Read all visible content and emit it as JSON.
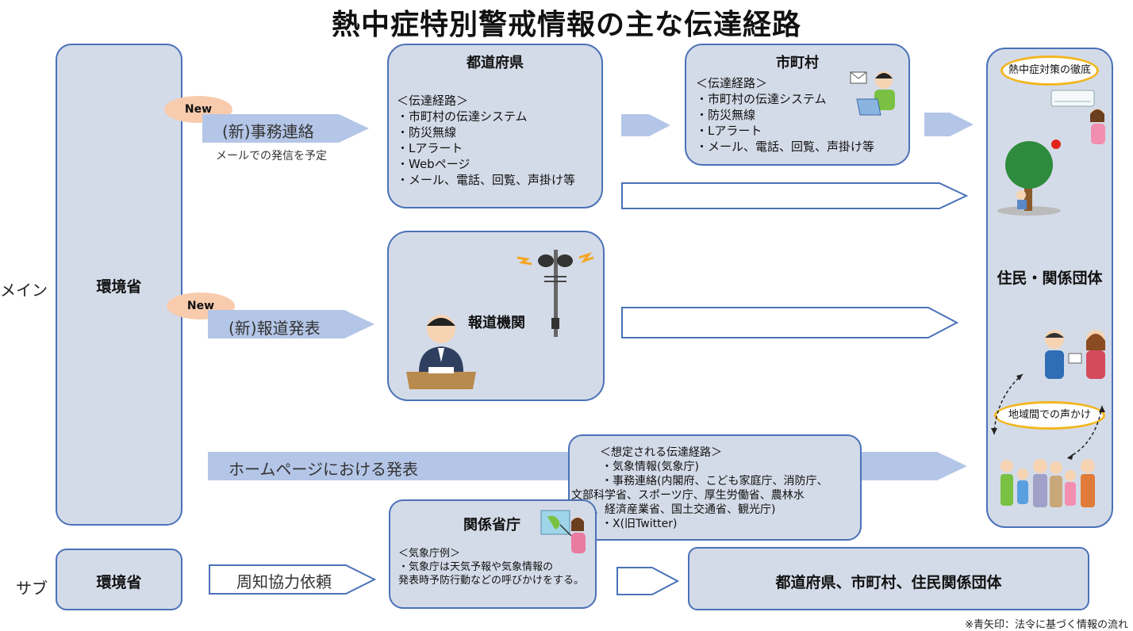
{
  "title": "熱中症特別警戒情報の主な伝達経路",
  "side_labels": {
    "main": "メイン",
    "sub": "サブ"
  },
  "ministry": "環境省",
  "badges": {
    "new": "New"
  },
  "arrows": {
    "jimu": "(新)事務連絡",
    "jimu_note": "メールでの発信を予定",
    "houdou": "(新)報道発表",
    "homepage": "ホームページにおける発表",
    "cooperation": "周知協力依頼"
  },
  "prefecture": {
    "title": "都道府県",
    "items": [
      "＜伝達経路＞",
      "・市町村の伝達システム",
      "・防災無線",
      "・Lアラート",
      "・Webページ",
      "・メール、電話、回覧、声掛け等"
    ]
  },
  "municipality": {
    "title": "市町村",
    "items": [
      "＜伝達経路＞",
      "・市町村の伝達システム",
      "・防災無線",
      "・Lアラート",
      "・メール、電話、回覧、声掛け等"
    ]
  },
  "media": {
    "title": "報道機関"
  },
  "assumed": {
    "items": [
      "＜想定される伝達経路＞",
      "・気象情報(気象庁)",
      "・事務連絡(内閣府、こども家庭庁、消防庁、",
      "文部科学省、スポーツ庁、厚生労働省、農林水",
      "産省、経済産業省、国土交通省、観光庁)",
      "・X(旧Twitter)"
    ]
  },
  "related": {
    "title": "関係省庁",
    "items": [
      "＜気象庁例＞",
      "・気象庁は天気予報や気象情報の",
      "発表時予防行動などの呼びかけをする。"
    ]
  },
  "residents": {
    "title": "住民・関係団体",
    "tag_top": "熱中症対策の徹底",
    "tag_mid": "地域間での声かけ"
  },
  "sub_target": "都道府県、市町村、住民関係団体",
  "footnote": "※青矢印：法令に基づく情報の流れ",
  "colors": {
    "box_fill": "#d4dbe8",
    "box_border": "#4a72b8",
    "arrow_blue": "#b4c6e7",
    "badge": "#f8cbad",
    "tag_border": "#f2b61e"
  }
}
